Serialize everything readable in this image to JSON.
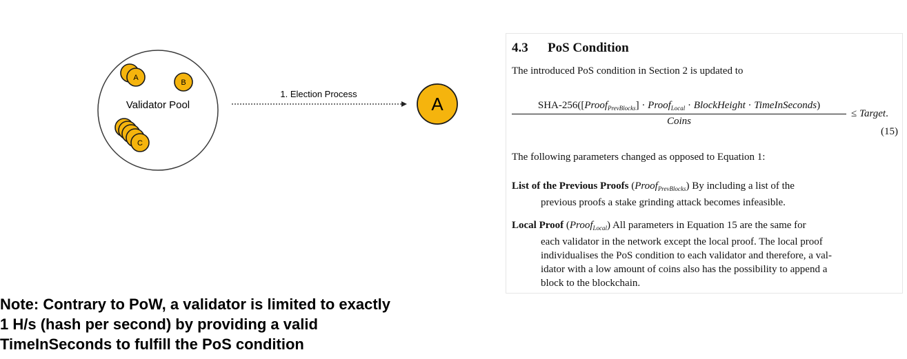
{
  "diagram": {
    "pool_label": "Validator Pool",
    "arrow_label": "1. Election Process",
    "elected_label": "A",
    "coin_labels": {
      "a": "A",
      "b": "B",
      "c": "C"
    },
    "colors": {
      "coin": "#f5b40d",
      "stroke": "#1a1a1a"
    }
  },
  "paper": {
    "section_number": "4.3",
    "section_title": "PoS Condition",
    "intro": "The introduced PoS condition in Section 2 is updated to",
    "equation": {
      "hash_fn": "SHA-256(",
      "proof": "Proof",
      "sub_prev": "PrevBlocks",
      "sub_local": "Local",
      "block_height": "BlockHeight",
      "time_in_seconds": "TimeInSeconds",
      "denominator": "Coins",
      "relation": "≤",
      "target": "Target",
      "number": "(15)"
    },
    "following": "The following parameters changed as opposed to Equation 1:",
    "definitions": [
      {
        "term": "List of the Previous Proofs",
        "lines": [
          "By including a list of the",
          "previous proofs a stake grinding attack becomes infeasible."
        ]
      },
      {
        "term": "Local Proof",
        "lines": [
          "All parameters in Equation 15 are the same for",
          "each validator in the network except the local proof.  The local proof",
          "individualises the PoS condition to each validator and therefore, a val-",
          "idator with a low amount of coins also has the possibility to append a",
          "block to the blockchain."
        ]
      }
    ]
  },
  "note": {
    "lines": [
      "Note: Contrary to PoW, a validator is limited to exactly",
      "1 H/s (hash per second) by providing a valid",
      "TimeInSeconds to fulfill the PoS condition"
    ]
  }
}
